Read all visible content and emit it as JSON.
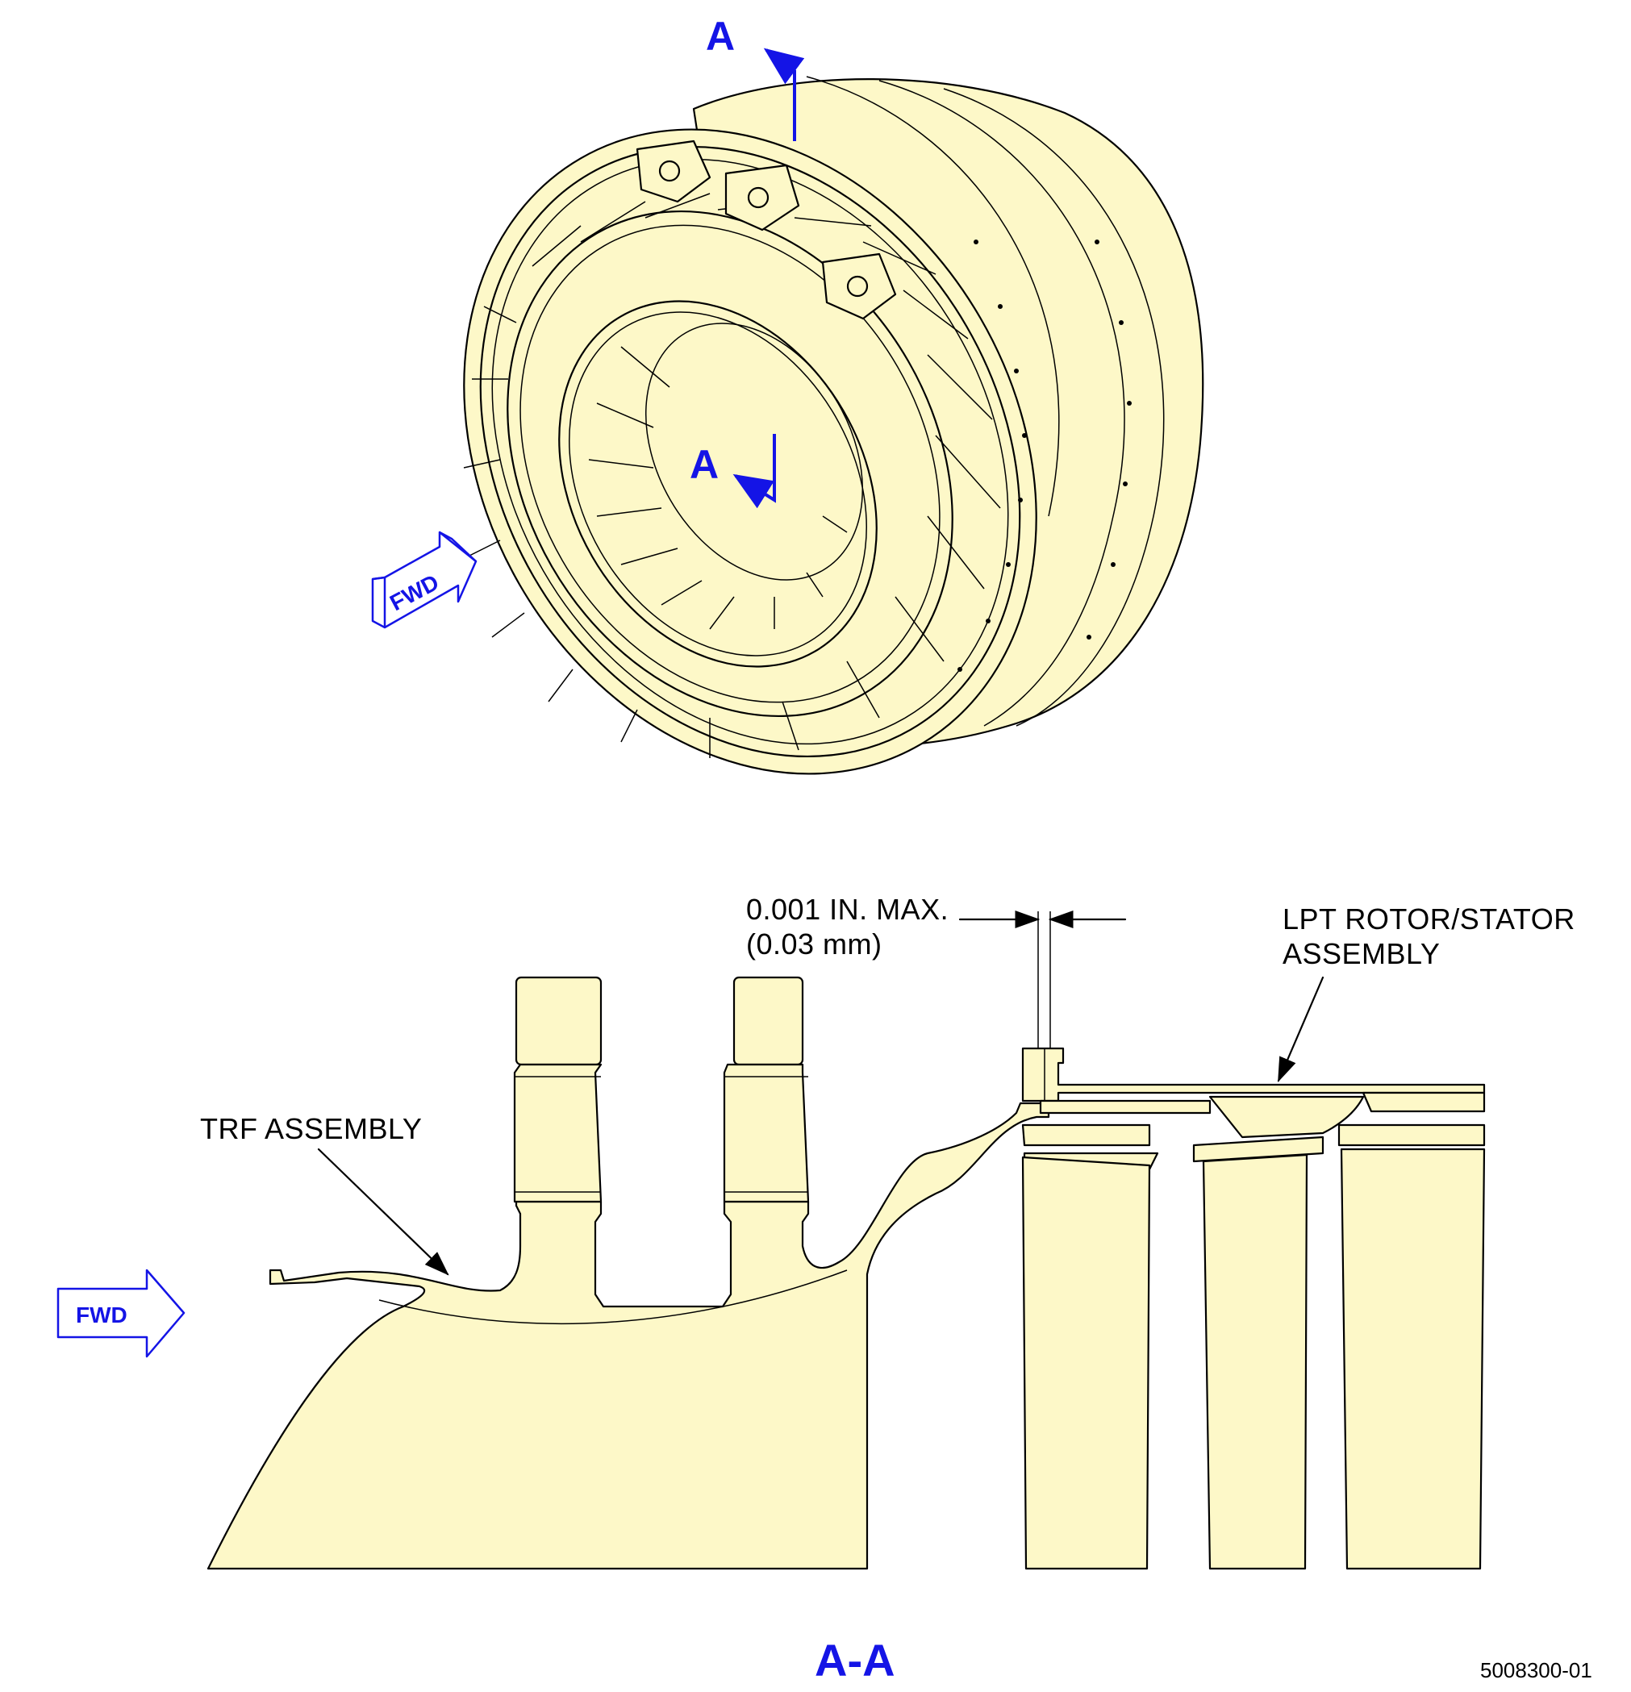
{
  "iso_view": {
    "section_marker": "A",
    "fwd_label": "FWD"
  },
  "section_view": {
    "title": "A-A",
    "fwd_label": "FWD",
    "callouts": {
      "trf": "TRF ASSEMBLY",
      "lpt_line1": "LPT ROTOR/STATOR",
      "lpt_line2": "ASSEMBLY",
      "gap_line1": "0.001 IN. MAX.",
      "gap_line2": "(0.03 mm)"
    }
  },
  "figure_id": "5008300-01",
  "colors": {
    "part_fill": "#fdf8c8",
    "annotation_blue": "#1414e6",
    "line": "#000000"
  }
}
